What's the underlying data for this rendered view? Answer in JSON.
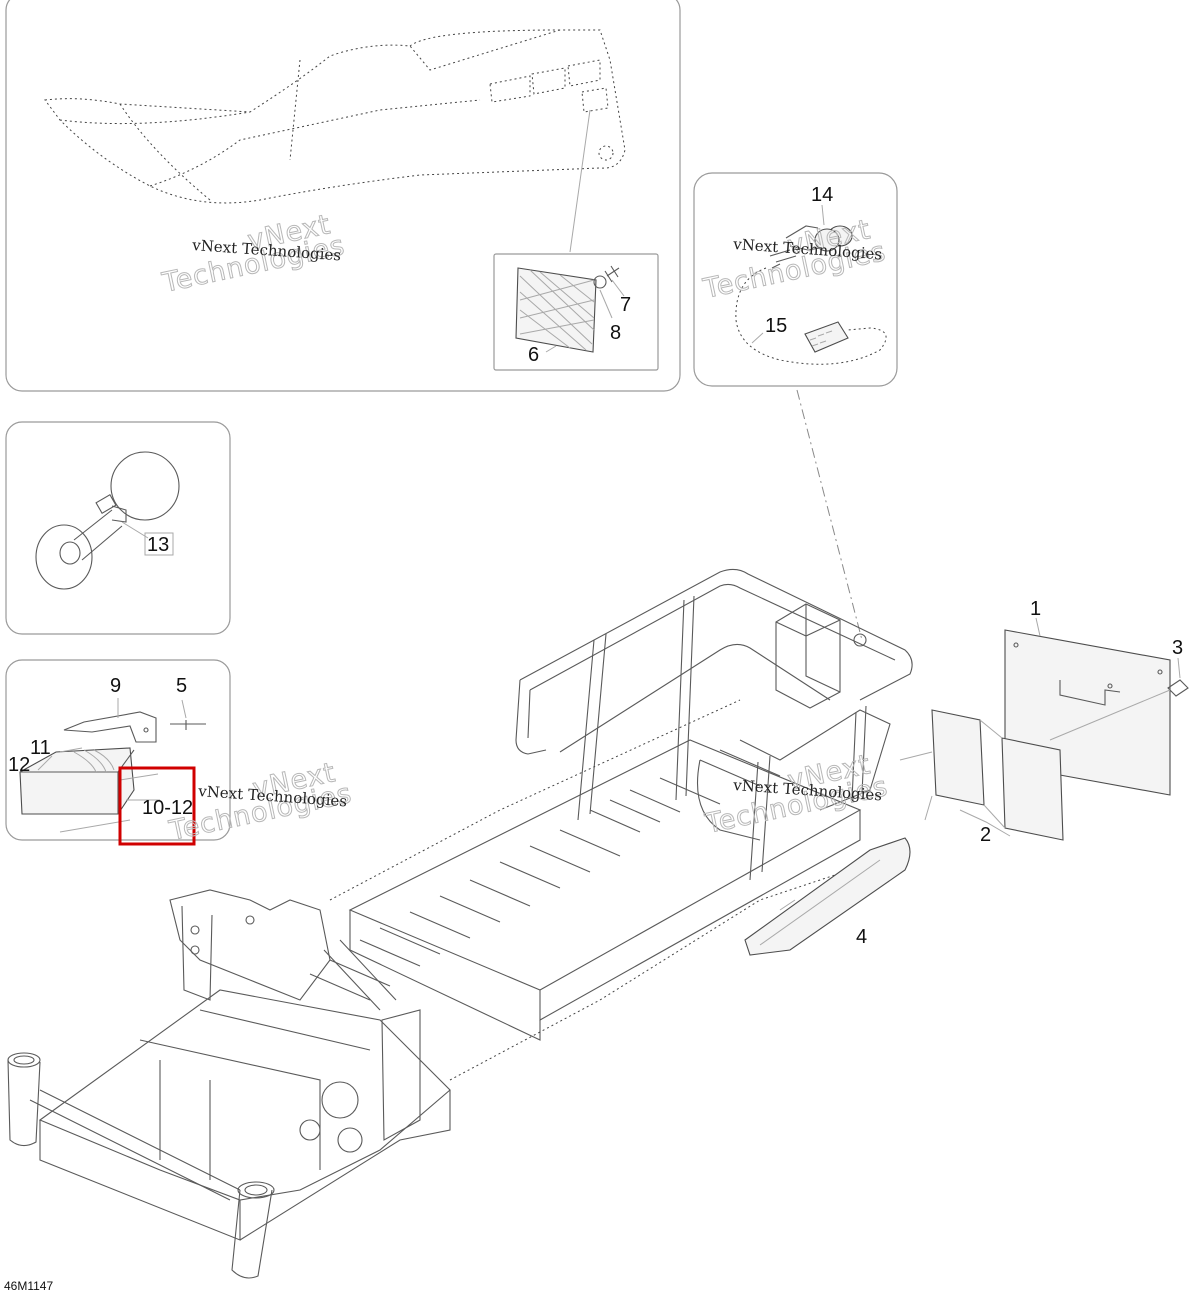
{
  "callouts": {
    "c1": "1",
    "c2": "2",
    "c3": "3",
    "c4": "4",
    "c5": "5",
    "c6": "6",
    "c7": "7",
    "c8": "8",
    "c9": "9",
    "c10_12": "10-12",
    "c11": "11",
    "c12": "12",
    "c13": "13",
    "c14": "14",
    "c15": "15"
  },
  "watermark": {
    "small_text": "vNext Technologies",
    "big_line1": "vNext",
    "big_line2": "Technologies"
  },
  "diagram_code": "46M1147",
  "colors": {
    "highlight": "#d00000",
    "lines": "#5a5a5a",
    "panel_border": "#9a9a9a"
  }
}
